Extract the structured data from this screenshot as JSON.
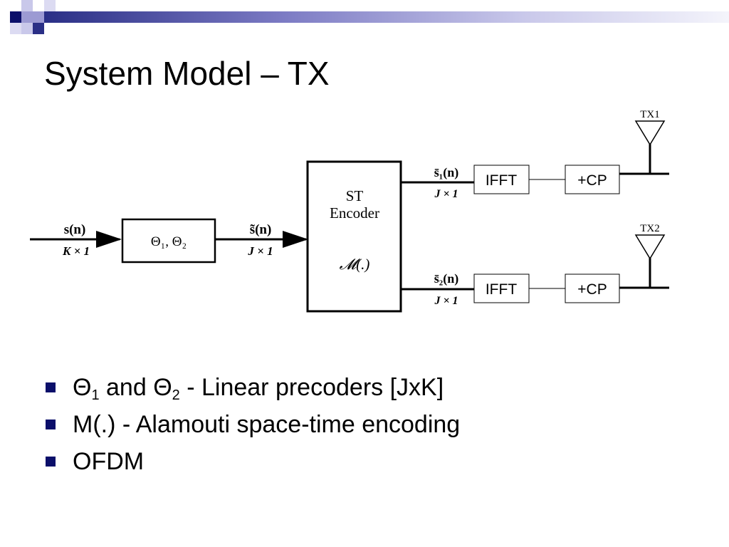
{
  "slide": {
    "title": "System Model – TX"
  },
  "diagram": {
    "input_signal": "s(n)",
    "input_dim": "K × 1",
    "precoder_label": "Θ₁,  Θ₂",
    "precoded_signal": "s̃(n)",
    "precoded_dim": "J × 1",
    "encoder_line1": "ST",
    "encoder_line2": "Encoder",
    "encoder_func": "𝓜(.)",
    "branch1_signal": "s̄₁(n)",
    "branch1_dim": "J × 1",
    "branch2_signal": "s̄₂(n)",
    "branch2_dim": "J × 1",
    "ifft_label": "IFFT",
    "cp_label": "+CP",
    "tx1_label": "TX1",
    "tx2_label": "TX2"
  },
  "bullets": [
    {
      "pre": "Θ",
      "sub1": "1",
      "mid": " and Θ",
      "sub2": "2",
      "post": " - Linear precoders [JxK]"
    },
    {
      "text": "M(.) - Alamouti space-time encoding"
    },
    {
      "text": "OFDM"
    }
  ],
  "colors": {
    "navy": "#0b0f6a",
    "periwinkle": "#9c9ad3",
    "lavender": "#c9c8ea"
  }
}
